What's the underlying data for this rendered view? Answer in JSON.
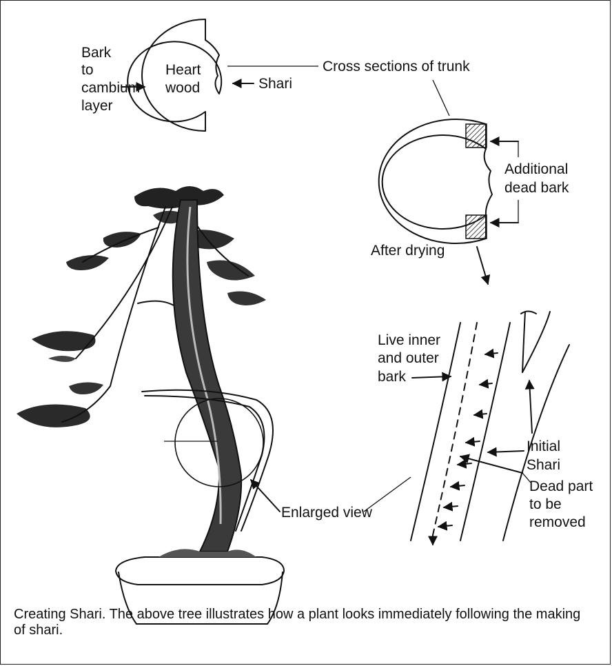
{
  "labels": {
    "bark_to_cambium": [
      "Bark",
      "to",
      "cambium",
      "layer"
    ],
    "heart_wood": [
      "Heart",
      "wood"
    ],
    "shari": "Shari",
    "cross_sections": "Cross sections of trunk",
    "additional_dead_bark": [
      "Additional",
      "dead bark"
    ],
    "after_drying": "After drying",
    "live_bark": [
      "Live inner",
      "and outer",
      "bark"
    ],
    "initial_shari": [
      "Initial",
      "Shari"
    ],
    "dead_part": [
      "Dead part",
      "to be",
      "removed"
    ],
    "enlarged_view": "Enlarged view"
  },
  "caption": "Creating Shari. The above tree illustrates how a plant looks immediately following the making of shari."
}
